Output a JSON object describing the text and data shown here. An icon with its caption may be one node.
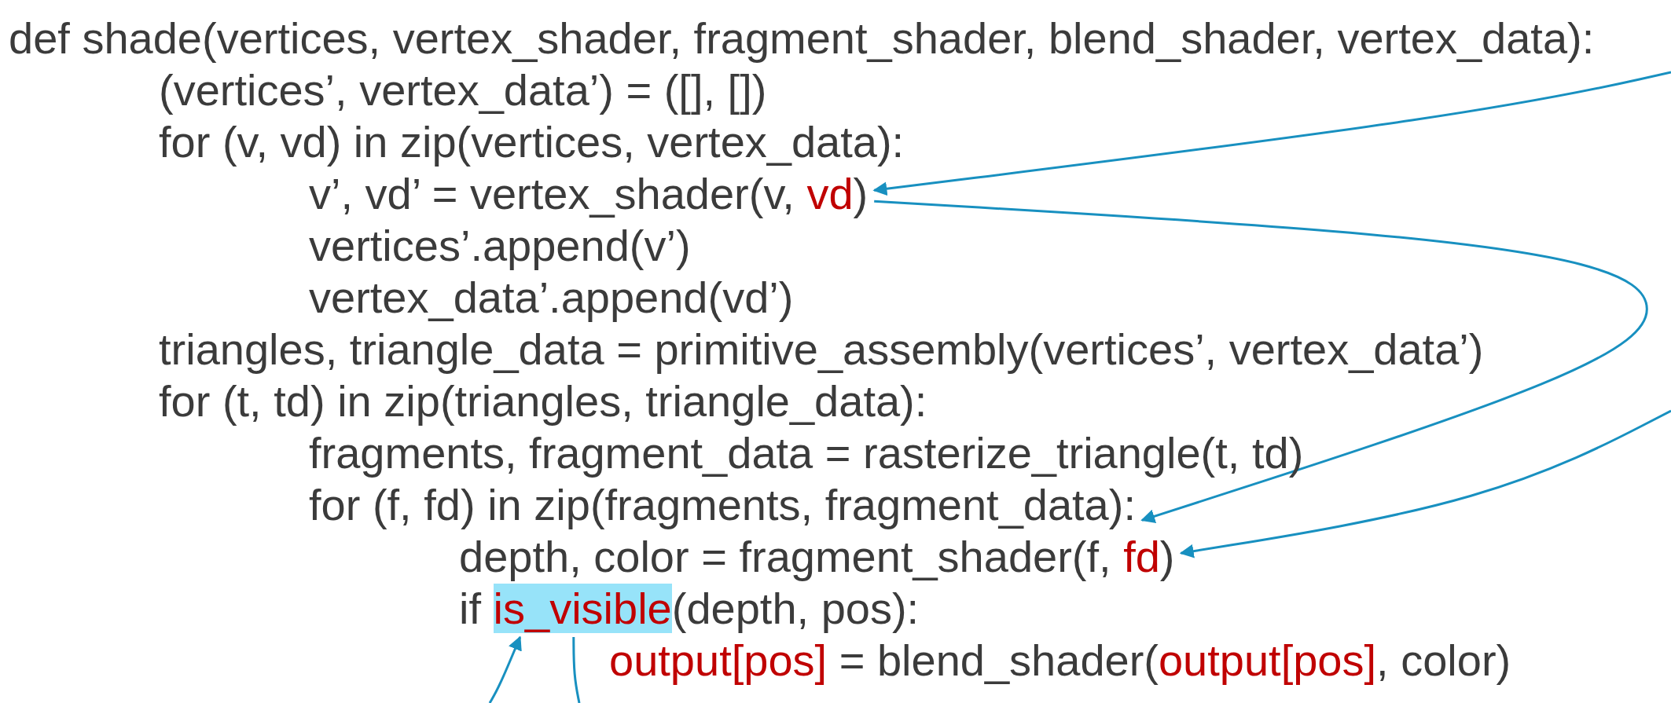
{
  "diagram": {
    "nodes": [
      {
        "text": [
          "v’, vd’ = vertex_shader(v, vd)"
        ]
      },
      {
        "text": [
          "for (f, fd) in zip(fragments, fragment_data):"
        ]
      },
      {
        "text": [
          "depth, color = fragment_shader(f, fd)"
        ]
      },
      {
        "text": [
          "if is_visible(depth, pos):"
        ]
      }
    ],
    "edges": [
      {
        "from": null,
        "to": 0,
        "arrow": "to"
      },
      {
        "from": 0,
        "to": 1,
        "arrow": "to"
      },
      {
        "from": null,
        "to": 2,
        "arrow": "to"
      },
      {
        "from": null,
        "to": 3,
        "arrow": "to"
      },
      {
        "from": 3,
        "to": null,
        "arrow": "none"
      }
    ],
    "labels": [
      "def shade(vertices, vertex_shader, fragment_shader, blend_shader, vertex_data):",
      "(vertices’, vertex_data’) = ([], [])",
      "for (v, vd) in zip(vertices, vertex_data):",
      "vertices’.append(v’)",
      "vertex_data’.append(vd’)",
      "triangles, triangle_data = primitive_assembly(vertices’, vertex_data’)",
      "for (t, td) in zip(triangles, triangle_data):",
      "fragments, fragment_data = rasterize_triangle(t, td)",
      "output[pos] = blend_shader(output[pos], color)"
    ]
  }
}
